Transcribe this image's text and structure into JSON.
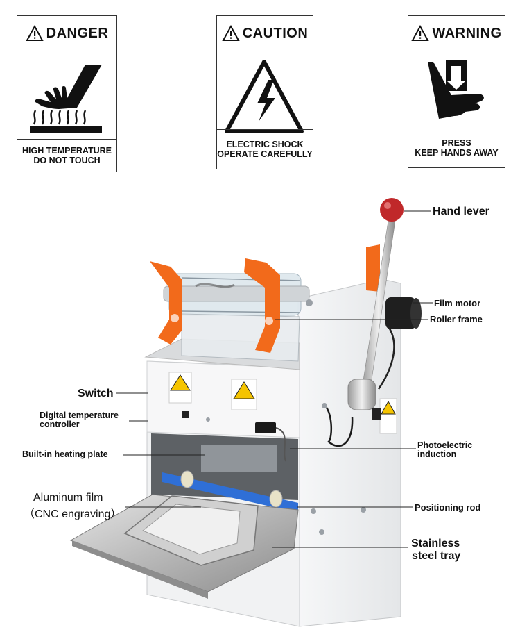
{
  "signs": [
    {
      "title": "DANGER",
      "line1": "HIGH TEMPERATURE",
      "line2": "DO NOT TOUCH",
      "icon": "hot-surface-hand-icon"
    },
    {
      "title": "CAUTION",
      "line1": "ELECTRIC SHOCK",
      "line2": "OPERATE CAREFULLY",
      "icon": "electric-shock-icon"
    },
    {
      "title": "WARNING",
      "line1": "PRESS",
      "line2": "KEEP HANDS AWAY",
      "icon": "crush-hand-icon"
    }
  ],
  "labels": {
    "hand_lever": "Hand lever",
    "film_motor": "Film motor",
    "roller_frame": "Roller frame",
    "switch": "Switch",
    "temp_controller_1": "Digital temperature",
    "temp_controller_2": "controller",
    "heating_plate": "Built-in heating plate",
    "photoelectric_1": "Photoelectric",
    "photoelectric_2": "induction",
    "aluminum_1": "Aluminum film",
    "aluminum_2": "（CNC engraving）",
    "positioning_rod": "Positioning rod",
    "tray_1": "Stainless",
    "tray_2": "steel tray"
  },
  "colors": {
    "accent_orange": "#f26a1b",
    "warning_yellow": "#f5c400",
    "rod_blue": "#2f6fd6",
    "knob_red": "#c0282a"
  }
}
